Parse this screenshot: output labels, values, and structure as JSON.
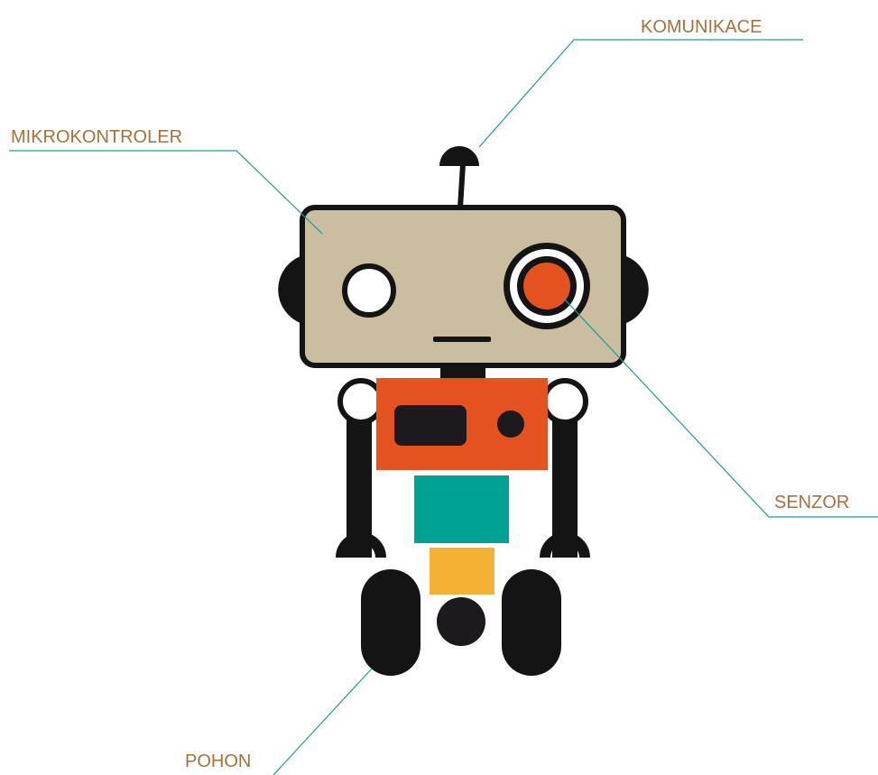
{
  "labels": {
    "komunikace": "KOMUNIKACE",
    "mikrokontroler": "MIKROKONTROLER",
    "senzor": "SENZOR",
    "pohon": "POHON"
  },
  "colors": {
    "label_text": "#a8703a",
    "leader_line": "#1a9c9a",
    "outline": "#141414",
    "head": "#cbbd9f",
    "eye_sensor": "#e4521f",
    "torso": "#e4521f",
    "hips": "#00a294",
    "base": "#f5b133",
    "dark": "#1c1a1c",
    "white": "#ffffff"
  }
}
